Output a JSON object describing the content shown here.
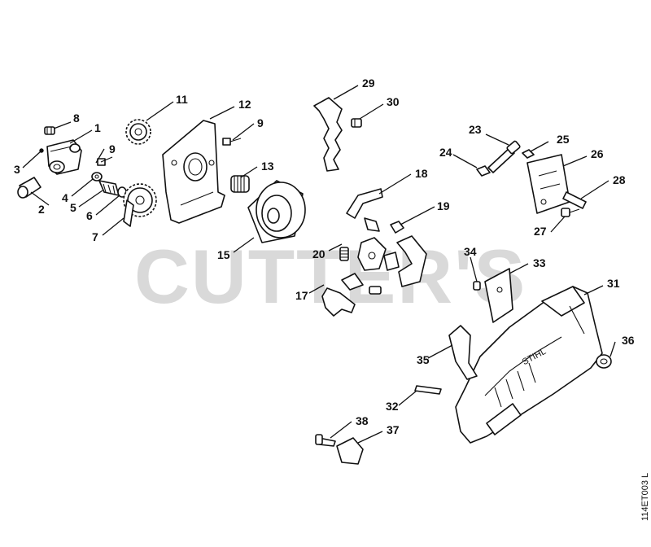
{
  "watermark": "CUTTER'S",
  "drawing_code": "114ET003 L",
  "callouts": {
    "n1": "1",
    "n2": "2",
    "n3": "3",
    "n4": "4",
    "n5": "5",
    "n6": "6",
    "n7": "7",
    "n8": "8",
    "n9a": "9",
    "n9b": "9",
    "n11": "11",
    "n12": "12",
    "n13": "13",
    "n15": "15",
    "n17": "17",
    "n18": "18",
    "n19": "19",
    "n20": "20",
    "n23": "23",
    "n24": "24",
    "n25": "25",
    "n26": "26",
    "n27": "27",
    "n28": "28",
    "n29": "29",
    "n30": "30",
    "n31": "31",
    "n32": "32",
    "n33": "33",
    "n34": "34",
    "n35": "35",
    "n36": "36",
    "n37": "37",
    "n38": "38"
  },
  "cover_brand": "STIHL",
  "colors": {
    "ink": "#111111",
    "watermark": "#d9d9d9",
    "background": "#ffffff"
  }
}
